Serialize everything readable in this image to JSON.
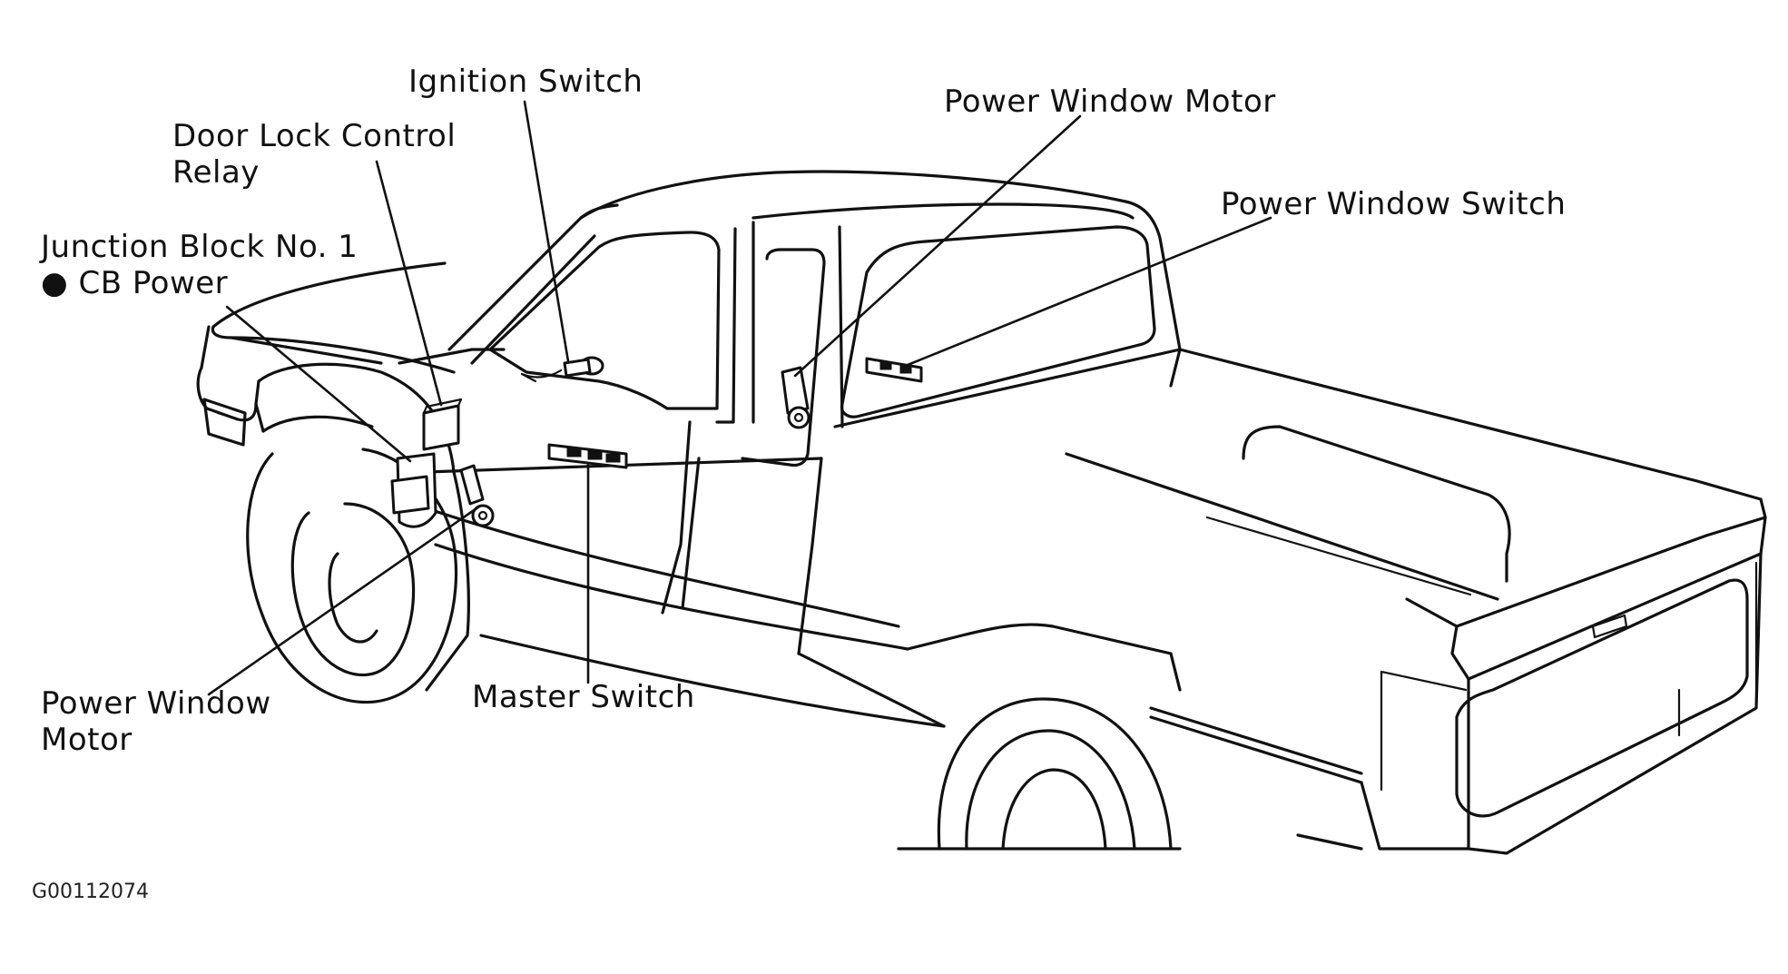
{
  "labels": {
    "ignition_switch": "Ignition Switch",
    "door_lock_control_relay": "Door Lock Control\nRelay",
    "junction_block": "Junction Block No. 1\n● CB Power",
    "power_window_motor_rear": "Power Window Motor",
    "power_window_switch": "Power Window Switch",
    "power_window_motor_front": "Power Window\nMotor",
    "master_switch": "Master Switch"
  },
  "figure_code": "G00112074"
}
